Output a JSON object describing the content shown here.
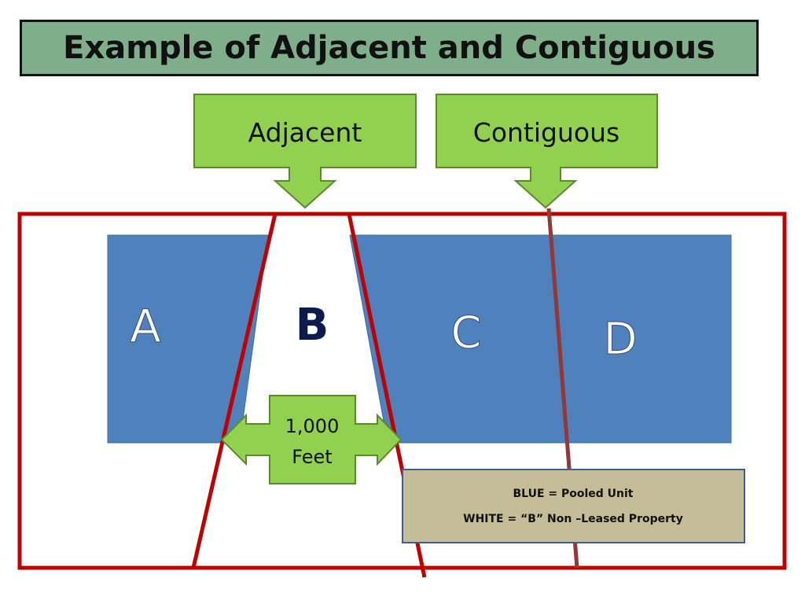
{
  "title": "Example of Adjacent and Contiguous",
  "callouts": {
    "adjacent": "Adjacent",
    "contiguous": "Contiguous"
  },
  "parcels": {
    "a": "A",
    "b": "B",
    "c": "C",
    "d": "D"
  },
  "distance": {
    "line1": "1,000",
    "line2": "Feet"
  },
  "legend": {
    "blue": "BLUE = Pooled Unit",
    "white": "WHITE = “B” Non –Leased  Property"
  },
  "colors": {
    "title_bg": "#7fae8a",
    "callout_green": "#92d050",
    "pooled_blue": "#4f81bd",
    "boundary_red": "#c00000",
    "contiguous_line": "#953735",
    "legend_bg": "#c4bd97"
  }
}
